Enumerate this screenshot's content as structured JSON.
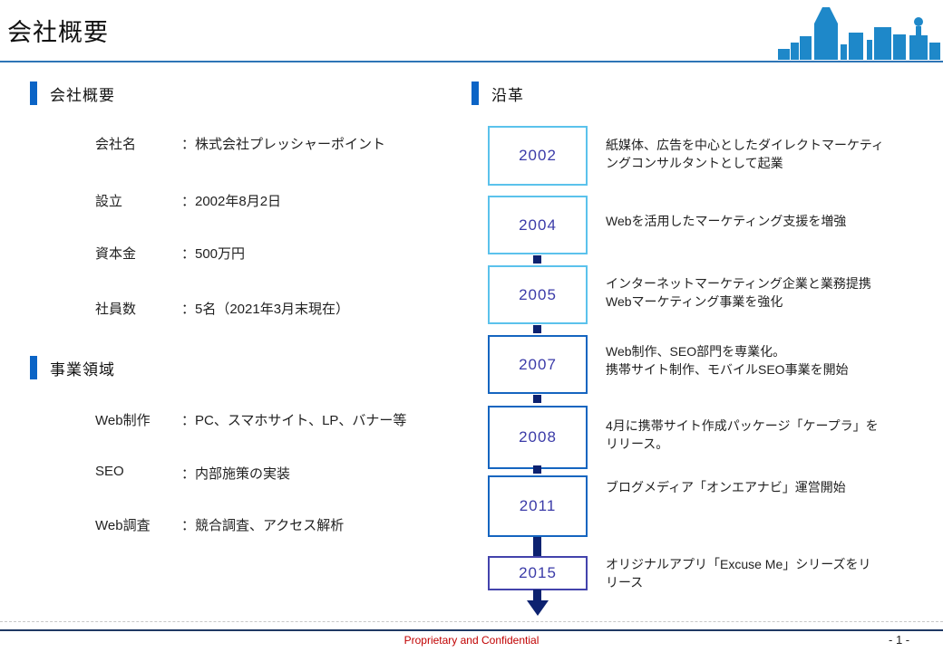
{
  "slide": {
    "title": "会社概要",
    "footer": {
      "confidential": "Proprietary and Confidential",
      "page": "- 1 -"
    }
  },
  "company_section": {
    "heading": "会社概要",
    "rows": [
      {
        "label": "会社名",
        "value": "：株式会社プレッシャーポイント"
      },
      {
        "label": "設立",
        "value": "：2002年8月2日"
      },
      {
        "label": "資本金",
        "value": "：500万円"
      },
      {
        "label": "社員数",
        "value": "：5名（2021年3月末現在）"
      }
    ]
  },
  "business_section": {
    "heading": "事業領域",
    "rows": [
      {
        "label": "Web制作",
        "value": "：PC、スマホサイト、LP、バナー等"
      },
      {
        "label": "SEO",
        "value": "：内部施策の実装"
      },
      {
        "label": "Web調査",
        "value": "：競合調査、アクセス解析"
      }
    ]
  },
  "history_section": {
    "heading": "沿革",
    "events": [
      {
        "year": "2002",
        "desc": "紙媒体、広告を中心としたダイレクトマーケティ\nングコンサルタントとして起業"
      },
      {
        "year": "2004",
        "desc": "Webを活用したマーケティング支援を増強"
      },
      {
        "year": "2005",
        "desc": "インターネットマーケティング企業と業務提携\nWebマーケティング事業を強化"
      },
      {
        "year": "2007",
        "desc": "Web制作、SEO部門を専業化。\n携帯サイト制作、モバイルSEO事業を開始"
      },
      {
        "year": "2008",
        "desc": "4月に携帯サイト作成パッケージ「ケープラ」を\nリリース。"
      },
      {
        "year": "2011",
        "desc": "ブログメディア「オンエアナビ」運営開始"
      },
      {
        "year": "2015",
        "desc": "オリジナルアプリ「Excuse Me」シリーズをリ\nリース"
      }
    ]
  },
  "colors": {
    "accent_blue": "#0b64c6",
    "rule_blue": "#2e75b6",
    "timeline_light": "#5bc2ec",
    "timeline_mid": "#1565c0",
    "timeline_last": "#4343ac",
    "connector_navy": "#0d2270",
    "year_text": "#3b3ba8",
    "footer_navy": "#1f3864",
    "confidential_red": "#c00000",
    "skyline_blue": "#1e88c9"
  }
}
